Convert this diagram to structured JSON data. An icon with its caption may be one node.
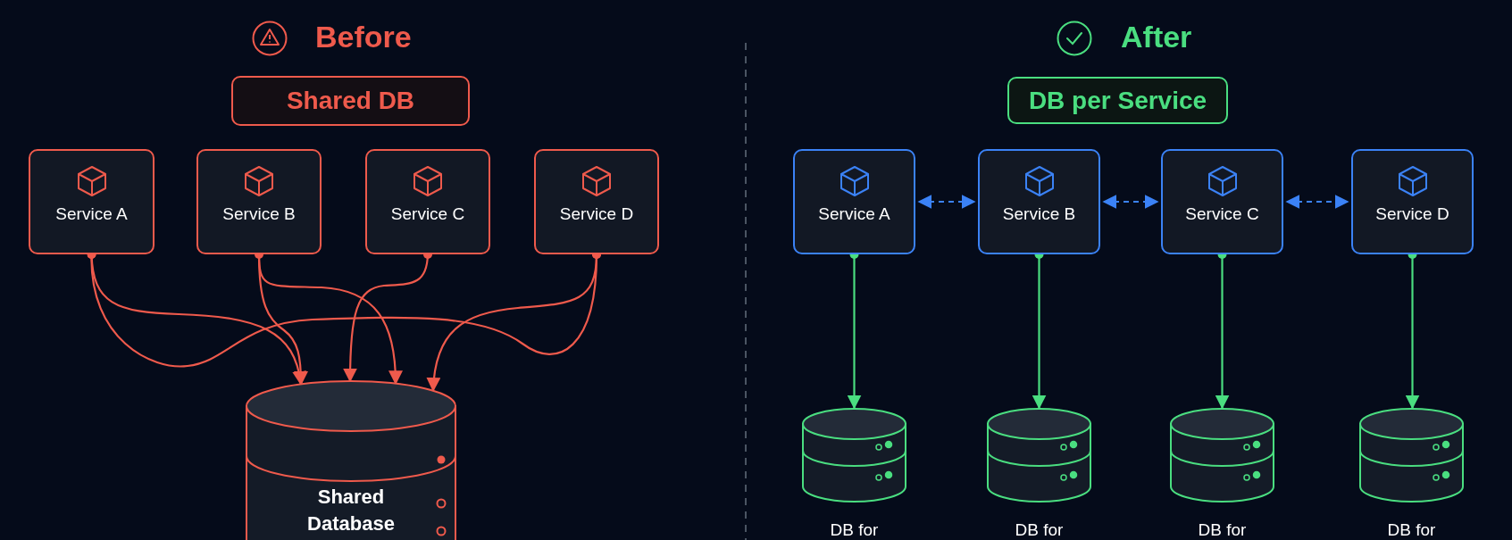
{
  "diagram": {
    "nodes": [
      {
        "text": [
          "Shared DB"
        ]
      },
      {
        "text": [
          "Service A"
        ]
      },
      {
        "text": [
          "Service B"
        ]
      },
      {
        "text": [
          "Service C"
        ]
      },
      {
        "text": [
          "Service D"
        ]
      },
      {
        "text": [
          "Shared Database"
        ]
      },
      {
        "text": [
          "DB per Service"
        ]
      },
      {
        "text": [
          "Service A"
        ]
      },
      {
        "text": [
          "Service B"
        ]
      },
      {
        "text": [
          "Service C"
        ]
      },
      {
        "text": [
          "Service D"
        ]
      },
      {
        "text": [],
        "shape": "cylinder",
        "beside": [
          "DB for"
        ]
      },
      {
        "text": [],
        "shape": "cylinder",
        "beside": [
          "DB for"
        ]
      },
      {
        "text": [],
        "shape": "cylinder",
        "beside": [
          "DB for"
        ]
      },
      {
        "text": [],
        "shape": "cylinder",
        "beside": [
          "DB for"
        ]
      }
    ],
    "edges": [
      {
        "from": 1,
        "to": 5,
        "arrow": "to",
        "color": "#ef5a4c"
      },
      {
        "from": 2,
        "to": 5,
        "arrow": "to",
        "color": "#ef5a4c"
      },
      {
        "from": 2,
        "to": 5,
        "arrow": "to",
        "color": "#ef5a4c"
      },
      {
        "from": 3,
        "to": 5,
        "arrow": "to",
        "color": "#ef5a4c"
      },
      {
        "from": 4,
        "to": 5,
        "arrow": "to",
        "color": "#ef5a4c"
      },
      {
        "from": 1,
        "to": 4,
        "arrow": "other",
        "color": "#ef5a4c"
      },
      {
        "from": 7,
        "to": 8,
        "arrow": "both",
        "style": "dashed",
        "color": "#3b82f6"
      },
      {
        "from": 8,
        "to": 9,
        "arrow": "both",
        "style": "dashed",
        "color": "#3b82f6"
      },
      {
        "from": 9,
        "to": 10,
        "arrow": "both",
        "style": "dashed",
        "color": "#3b82f6"
      },
      {
        "from": 7,
        "to": 11,
        "arrow": "to",
        "color": "#4ade80"
      },
      {
        "from": 8,
        "to": 12,
        "arrow": "to",
        "color": "#4ade80"
      },
      {
        "from": 9,
        "to": 13,
        "arrow": "to",
        "color": "#4ade80"
      },
      {
        "from": 10,
        "to": 14,
        "arrow": "to",
        "color": "#4ade80"
      }
    ],
    "labels": [
      "Before",
      "After"
    ]
  }
}
